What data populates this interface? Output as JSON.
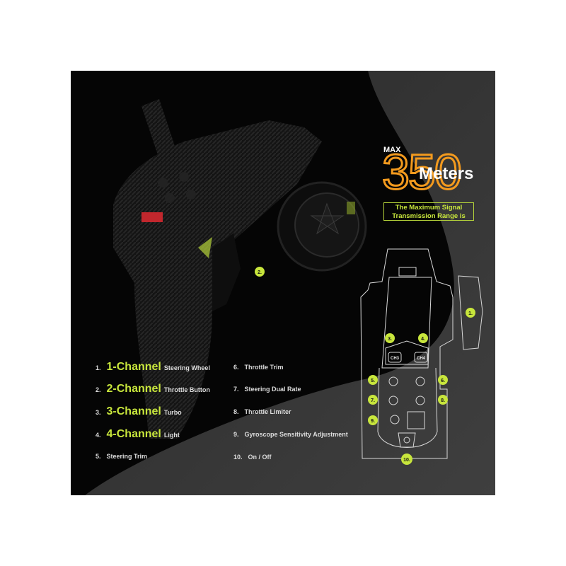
{
  "range": {
    "prefix": "MAX",
    "value": "350",
    "unit": "Meters",
    "caption_line1": "The Maximum Signal",
    "caption_line2": "Transmission Range is"
  },
  "left_list": [
    {
      "num": "1.",
      "channel": "1-Channel",
      "desc": "Steering Wheel"
    },
    {
      "num": "2.",
      "channel": "2-Channel",
      "desc": "Throttle Button"
    },
    {
      "num": "3.",
      "channel": "3-Channel",
      "desc": "Turbo"
    },
    {
      "num": "4.",
      "channel": "4-Channel",
      "desc": "Light"
    },
    {
      "num": "5.",
      "channel": "",
      "desc": "Steering Trim"
    }
  ],
  "right_list": [
    {
      "num": "6.",
      "desc": "Throttle Trim"
    },
    {
      "num": "7.",
      "desc": "Steering Dual Rate"
    },
    {
      "num": "8.",
      "desc": "Throttle Limiter"
    },
    {
      "num": "9.",
      "desc": "Gyroscope Sensitivity Adjustment"
    },
    {
      "num": "10.",
      "desc": "On / Off"
    }
  ],
  "diagram": {
    "ch3": "CH3",
    "ch4": "CH4",
    "badges": [
      "1.",
      "2.",
      "3.",
      "4.",
      "5.",
      "6.",
      "7.",
      "8.",
      "9.",
      "10."
    ]
  },
  "colors": {
    "accent": "#c8e63c",
    "orange": "#f39a1e",
    "background": "#050505",
    "gray": "#3a3a3a"
  }
}
